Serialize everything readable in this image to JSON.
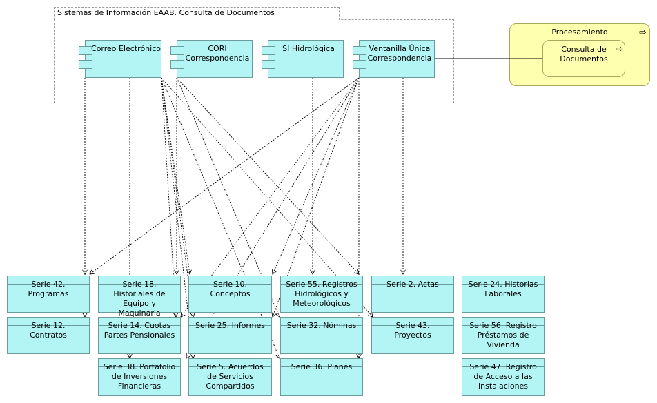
{
  "group": {
    "title": "Sistemas de Información EAAB. Consulta de Documentos"
  },
  "components": [
    {
      "id": "correo",
      "label": "Correo Electrónico"
    },
    {
      "id": "cori",
      "label": "CORI Correspondencia"
    },
    {
      "id": "si",
      "label": "SI Hidrológica"
    },
    {
      "id": "ventanilla",
      "label": "Ventanilla Única Correspondencia"
    }
  ],
  "process": {
    "title": "Procesamiento",
    "service": "Consulta de Documentos",
    "icon": "process-arrow-icon"
  },
  "objects": [
    {
      "id": "s42",
      "label": "Serie 42. Programas"
    },
    {
      "id": "s18",
      "label": "Serie 18. Historiales de Equipo y Maquinaria"
    },
    {
      "id": "s10",
      "label": "Serie 10. Conceptos"
    },
    {
      "id": "s55",
      "label": "Serie 55. Registros Hidrológicos y Meteorológicos"
    },
    {
      "id": "s2",
      "label": "Serie 2. Actas"
    },
    {
      "id": "s24",
      "label": "Serie 24. Historias Laborales"
    },
    {
      "id": "s12",
      "label": "Serie 12. Contratos"
    },
    {
      "id": "s14",
      "label": "Serie 14. Cuotas Partes Pensionales"
    },
    {
      "id": "s25",
      "label": "Serie 25. Informes"
    },
    {
      "id": "s32",
      "label": "Serie 32. Nóminas"
    },
    {
      "id": "s43",
      "label": "Serie 43. Proyectos"
    },
    {
      "id": "s56",
      "label": "Serie 56. Registro Préstamos de Vivienda"
    },
    {
      "id": "s38",
      "label": "Serie 38. Portafolio de Inversiones Financieras"
    },
    {
      "id": "s5",
      "label": "Serie 5. Acuerdos de Servicios Compartidos"
    },
    {
      "id": "s36",
      "label": "Serie 36. Planes"
    },
    {
      "id": "s47",
      "label": "Serie 47. Registro de Acceso a las Instalaciones"
    }
  ]
}
